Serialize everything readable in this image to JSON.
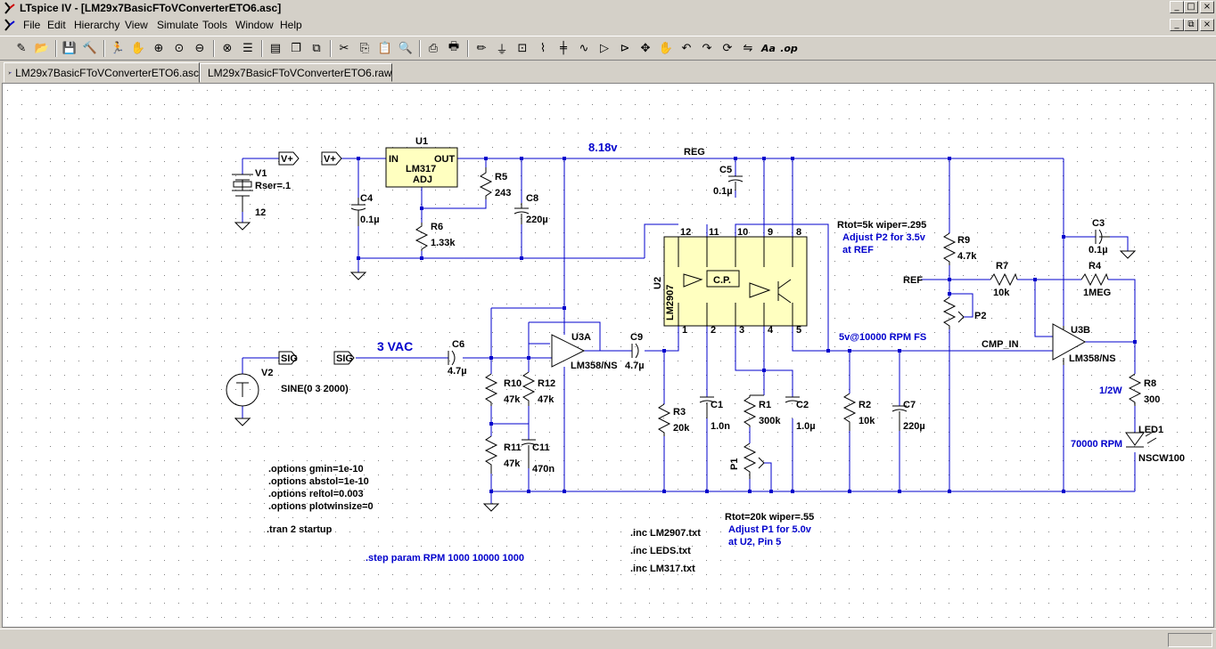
{
  "window": {
    "title": "LTspice IV - [LM29x7BasicFToVConverterETO6.asc]",
    "controls": {
      "minimize": "_",
      "maximize": "□",
      "close": "×",
      "restore": "⧉"
    }
  },
  "menu": [
    "File",
    "Edit",
    "Hierarchy",
    "View",
    "Simulate",
    "Tools",
    "Window",
    "Help"
  ],
  "toolbar_icons": [
    "new-schematic-icon",
    "open-icon",
    "save-icon",
    "control-panel-icon",
    "run-icon",
    "halt-icon",
    "zoom-in-icon",
    "zoom-pan-icon",
    "zoom-out-icon",
    "zoom-fit-icon",
    "autoscale-icon",
    "tile-horizontal-icon",
    "cascade-icon",
    "close-all-icon",
    "cut-icon",
    "copy-icon",
    "paste-icon",
    "find-icon",
    "print-setup-icon",
    "print-icon",
    "wire-icon",
    "ground-icon",
    "label-net-icon",
    "resistor-icon",
    "capacitor-icon",
    "inductor-icon",
    "diode-icon",
    "component-icon",
    "move-icon",
    "drag-icon",
    "undo-icon",
    "redo-icon",
    "rotate-icon",
    "mirror-icon",
    "text-icon",
    "spice-directive-icon"
  ],
  "tabs": [
    {
      "label": "LM29x7BasicFToVConverterETO6.asc",
      "icon": "schematic-tab-icon",
      "active": true
    },
    {
      "label": "LM29x7BasicFToVConverterETO6.raw",
      "icon": "waveform-tab-icon",
      "active": false
    }
  ],
  "schematic": {
    "labels": {
      "net_vplus1": "V+",
      "net_vplus2": "V+",
      "net_sig1": "SIG",
      "net_sig2": "SIG",
      "u1": "U1",
      "u1_in": "IN",
      "u1_out": "OUT",
      "u1_part": "LM317",
      "u1_adj": "ADJ",
      "v1": "V1",
      "v1_rser": "Rser=.1",
      "v1_val": "12",
      "c4": "C4",
      "c4_val": "0.1µ",
      "r5": "R5",
      "r5_val": "243",
      "c8": "C8",
      "c8_val": "220µ",
      "r6": "R6",
      "r6_val": "1.33k",
      "v_reg": "8.18v",
      "reg": "REG",
      "c5": "C5",
      "c5_val": "0.1µ",
      "u2": "U2",
      "u2_part": "LM2907",
      "cp": "C.P.",
      "pin12": "12",
      "pin11": "11",
      "pin10": "10",
      "pin9": "9",
      "pin8": "8",
      "pin1": "1",
      "pin2": "2",
      "pin3": "3",
      "pin4": "4",
      "pin5": "5",
      "p2_note1": "Rtot=5k wiper=.295",
      "p2_note2": "Adjust P2 for 3.5v",
      "p2_note3": "at REF",
      "r9": "R9",
      "r9_val": "4.7k",
      "c3": "C3",
      "c3_val": "0.1µ",
      "r7": "R7",
      "r7_val": "10k",
      "r4": "R4",
      "r4_val": "1MEG",
      "ref": "REF",
      "p2": "P2",
      "u3b": "U3B",
      "u3b_part": "LM358/NS",
      "cmp_in": "CMP_IN",
      "v_fs": "5v@10000 RPM FS",
      "vac": "3 VAC",
      "c6": "C6",
      "c6_val": "4.7µ",
      "u3a": "U3A",
      "u3a_part": "LM358/NS",
      "c9": "C9",
      "c9_val": "4.7µ",
      "v2": "V2",
      "v2_val": "SINE(0 3 2000)",
      "r10": "R10",
      "r10_val": "47k",
      "r12": "R12",
      "r12_val": "47k",
      "r11": "R11",
      "r11_val": "47k",
      "c11": "C11",
      "c11_val": "470n",
      "r3": "R3",
      "r3_val": "20k",
      "c1": "C1",
      "c1_val": "1.0n",
      "r1": "R1",
      "r1_val": "300k",
      "c2": "C2",
      "c2_val": "1.0µ",
      "p1": "P1",
      "r2": "R2",
      "r2_val": "10k",
      "c7": "C7",
      "c7_val": "220µ",
      "r8": "R8",
      "r8_val": "300",
      "r8_note": "1/2W",
      "led1": "LED1",
      "led1_part": "NSCW100",
      "led_note": "70000 RPM",
      "opt1": ".options gmin=1e-10",
      "opt2": ".options abstol=1e-10",
      "opt3": ".options reltol=0.003",
      "opt4": ".options plotwinsize=0",
      "tran": ".tran 2 startup",
      "step": ".step param RPM 1000 10000 1000",
      "inc1": ".inc LM2907.txt",
      "inc2": ".inc LEDS.txt",
      "inc3": ".inc LM317.txt",
      "p1_note1": "Rtot=20k wiper=.55",
      "p1_note2": "Adjust P1 for 5.0v",
      "p1_note3": "at U2, Pin 5"
    }
  },
  "colors": {
    "wire": "#0000cc",
    "component": "#000000",
    "ic_fill": "#ffffc0",
    "comment": "#0000cc",
    "background": "#ffffff",
    "grid": "#808080"
  }
}
